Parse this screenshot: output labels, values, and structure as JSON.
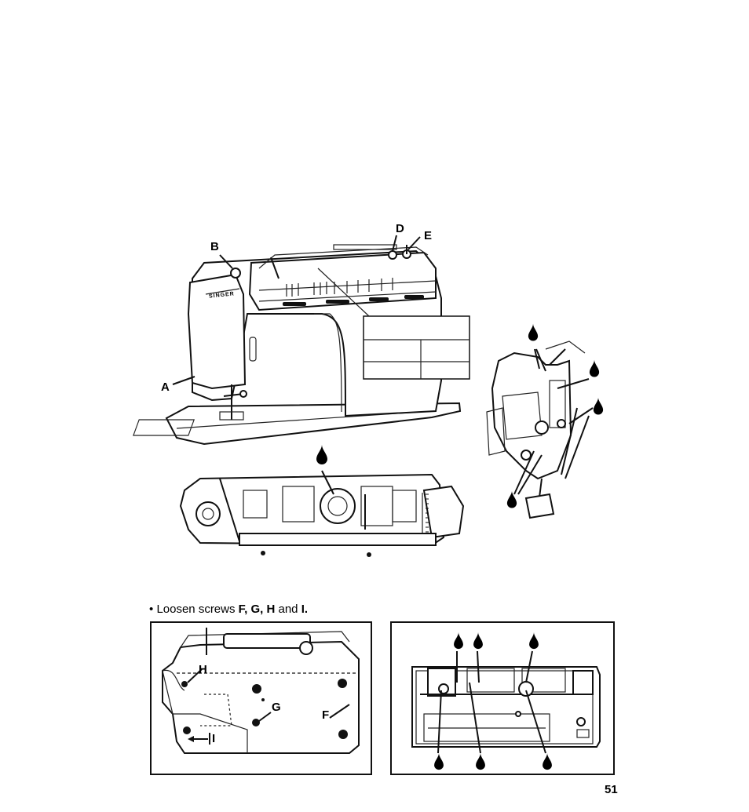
{
  "labels": {
    "a": "A",
    "b": "B",
    "d": "D",
    "e": "E",
    "brand": "SINGER",
    "f": "F",
    "g": "G",
    "h": "H",
    "i": "I"
  },
  "instruction": {
    "bullet": "•",
    "prefix": "Loosen screws ",
    "screws": "F, G, H",
    "and": " and ",
    "last": "I."
  },
  "page_number": "51",
  "icons": [
    "oil-drop-icon"
  ]
}
